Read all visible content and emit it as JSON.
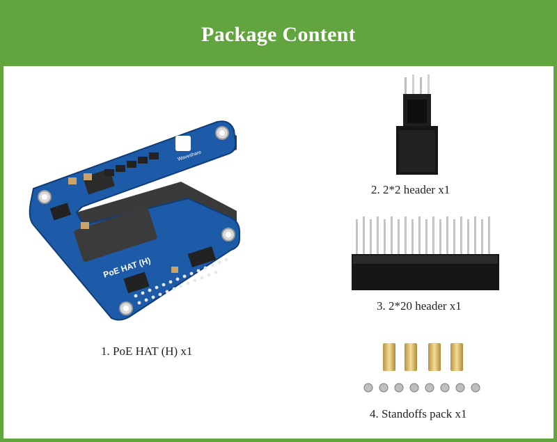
{
  "title": "Package Content",
  "colors": {
    "accent": "#62a43d",
    "board": "#1d5aa8"
  },
  "items": [
    {
      "label": "1. PoE HAT (H) x1",
      "image": "poe-hat-board"
    },
    {
      "label": "2. 2*2 header x1",
      "image": "2x2-header"
    },
    {
      "label": "3. 2*20 header x1",
      "image": "2x20-header"
    },
    {
      "label": "4. Standoffs pack x1",
      "image": "standoffs-and-screws"
    }
  ],
  "board": {
    "silkscreen": "PoE HAT (H)",
    "logo_text": "Waveshare"
  }
}
